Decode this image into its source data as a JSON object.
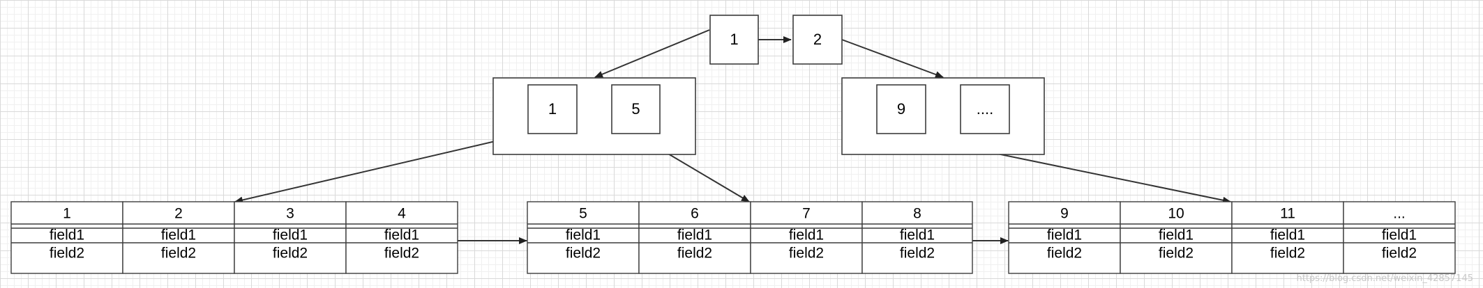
{
  "root": {
    "keys": [
      "1",
      "2"
    ]
  },
  "internal": [
    {
      "keys": [
        "1",
        "5"
      ]
    },
    {
      "keys": [
        "9",
        "...."
      ]
    }
  ],
  "leaves": [
    {
      "columns": [
        {
          "key": "1",
          "f1": "field1",
          "f2": "field2"
        },
        {
          "key": "2",
          "f1": "field1",
          "f2": "field2"
        },
        {
          "key": "3",
          "f1": "field1",
          "f2": "field2"
        },
        {
          "key": "4",
          "f1": "field1",
          "f2": "field2"
        }
      ]
    },
    {
      "columns": [
        {
          "key": "5",
          "f1": "field1",
          "f2": "field2"
        },
        {
          "key": "6",
          "f1": "field1",
          "f2": "field2"
        },
        {
          "key": "7",
          "f1": "field1",
          "f2": "field2"
        },
        {
          "key": "8",
          "f1": "field1",
          "f2": "field2"
        }
      ]
    },
    {
      "columns": [
        {
          "key": "9",
          "f1": "field1",
          "f2": "field2"
        },
        {
          "key": "10",
          "f1": "field1",
          "f2": "field2"
        },
        {
          "key": "11",
          "f1": "field1",
          "f2": "field2"
        },
        {
          "key": "...",
          "f1": "field1",
          "f2": "field2"
        }
      ]
    }
  ],
  "watermark": "https://blog.csdn.net/weixin_42857145"
}
